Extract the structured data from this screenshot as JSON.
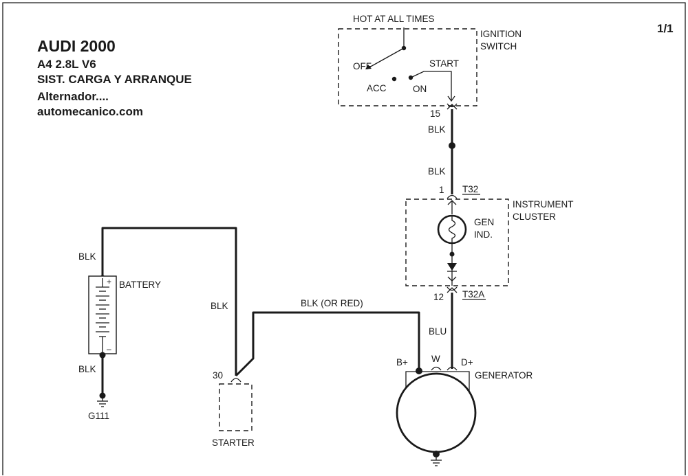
{
  "header": {
    "title": "AUDI  2000",
    "model": "A4  2.8L  V6",
    "system": "SIST. CARGA Y ARRANQUE",
    "section": "Alternador....",
    "site": "automecanico.com"
  },
  "page_number": "1/1",
  "ignition_switch": {
    "feed_label": "HOT AT ALL TIMES",
    "name_line1": "IGNITION",
    "name_line2": "SWITCH",
    "pos_off": "OFF",
    "pos_acc": "ACC",
    "pos_on": "ON",
    "pos_start": "START",
    "pin": "15"
  },
  "wires": {
    "ign_to_splice": "BLK",
    "splice_to_cluster": "BLK",
    "battery_pos": "BLK",
    "battery_neg": "BLK",
    "battery_to_starter": "BLK",
    "starter_to_generator": "BLK (OR RED)",
    "cluster_to_generator": "BLU"
  },
  "instrument_cluster": {
    "name_line1": "INSTRUMENT",
    "name_line2": "CLUSTER",
    "lamp_line1": "GEN",
    "lamp_line2": "IND.",
    "in_pin": "1",
    "in_connector": "T32",
    "out_pin": "12",
    "out_connector": "T32A"
  },
  "battery": {
    "name": "BATTERY",
    "plus": "+",
    "minus": "–",
    "ground": "G111"
  },
  "starter": {
    "name": "STARTER",
    "pin": "30"
  },
  "generator": {
    "name": "GENERATOR",
    "pin_b": "B+",
    "pin_w": "W",
    "pin_d": "D+"
  }
}
